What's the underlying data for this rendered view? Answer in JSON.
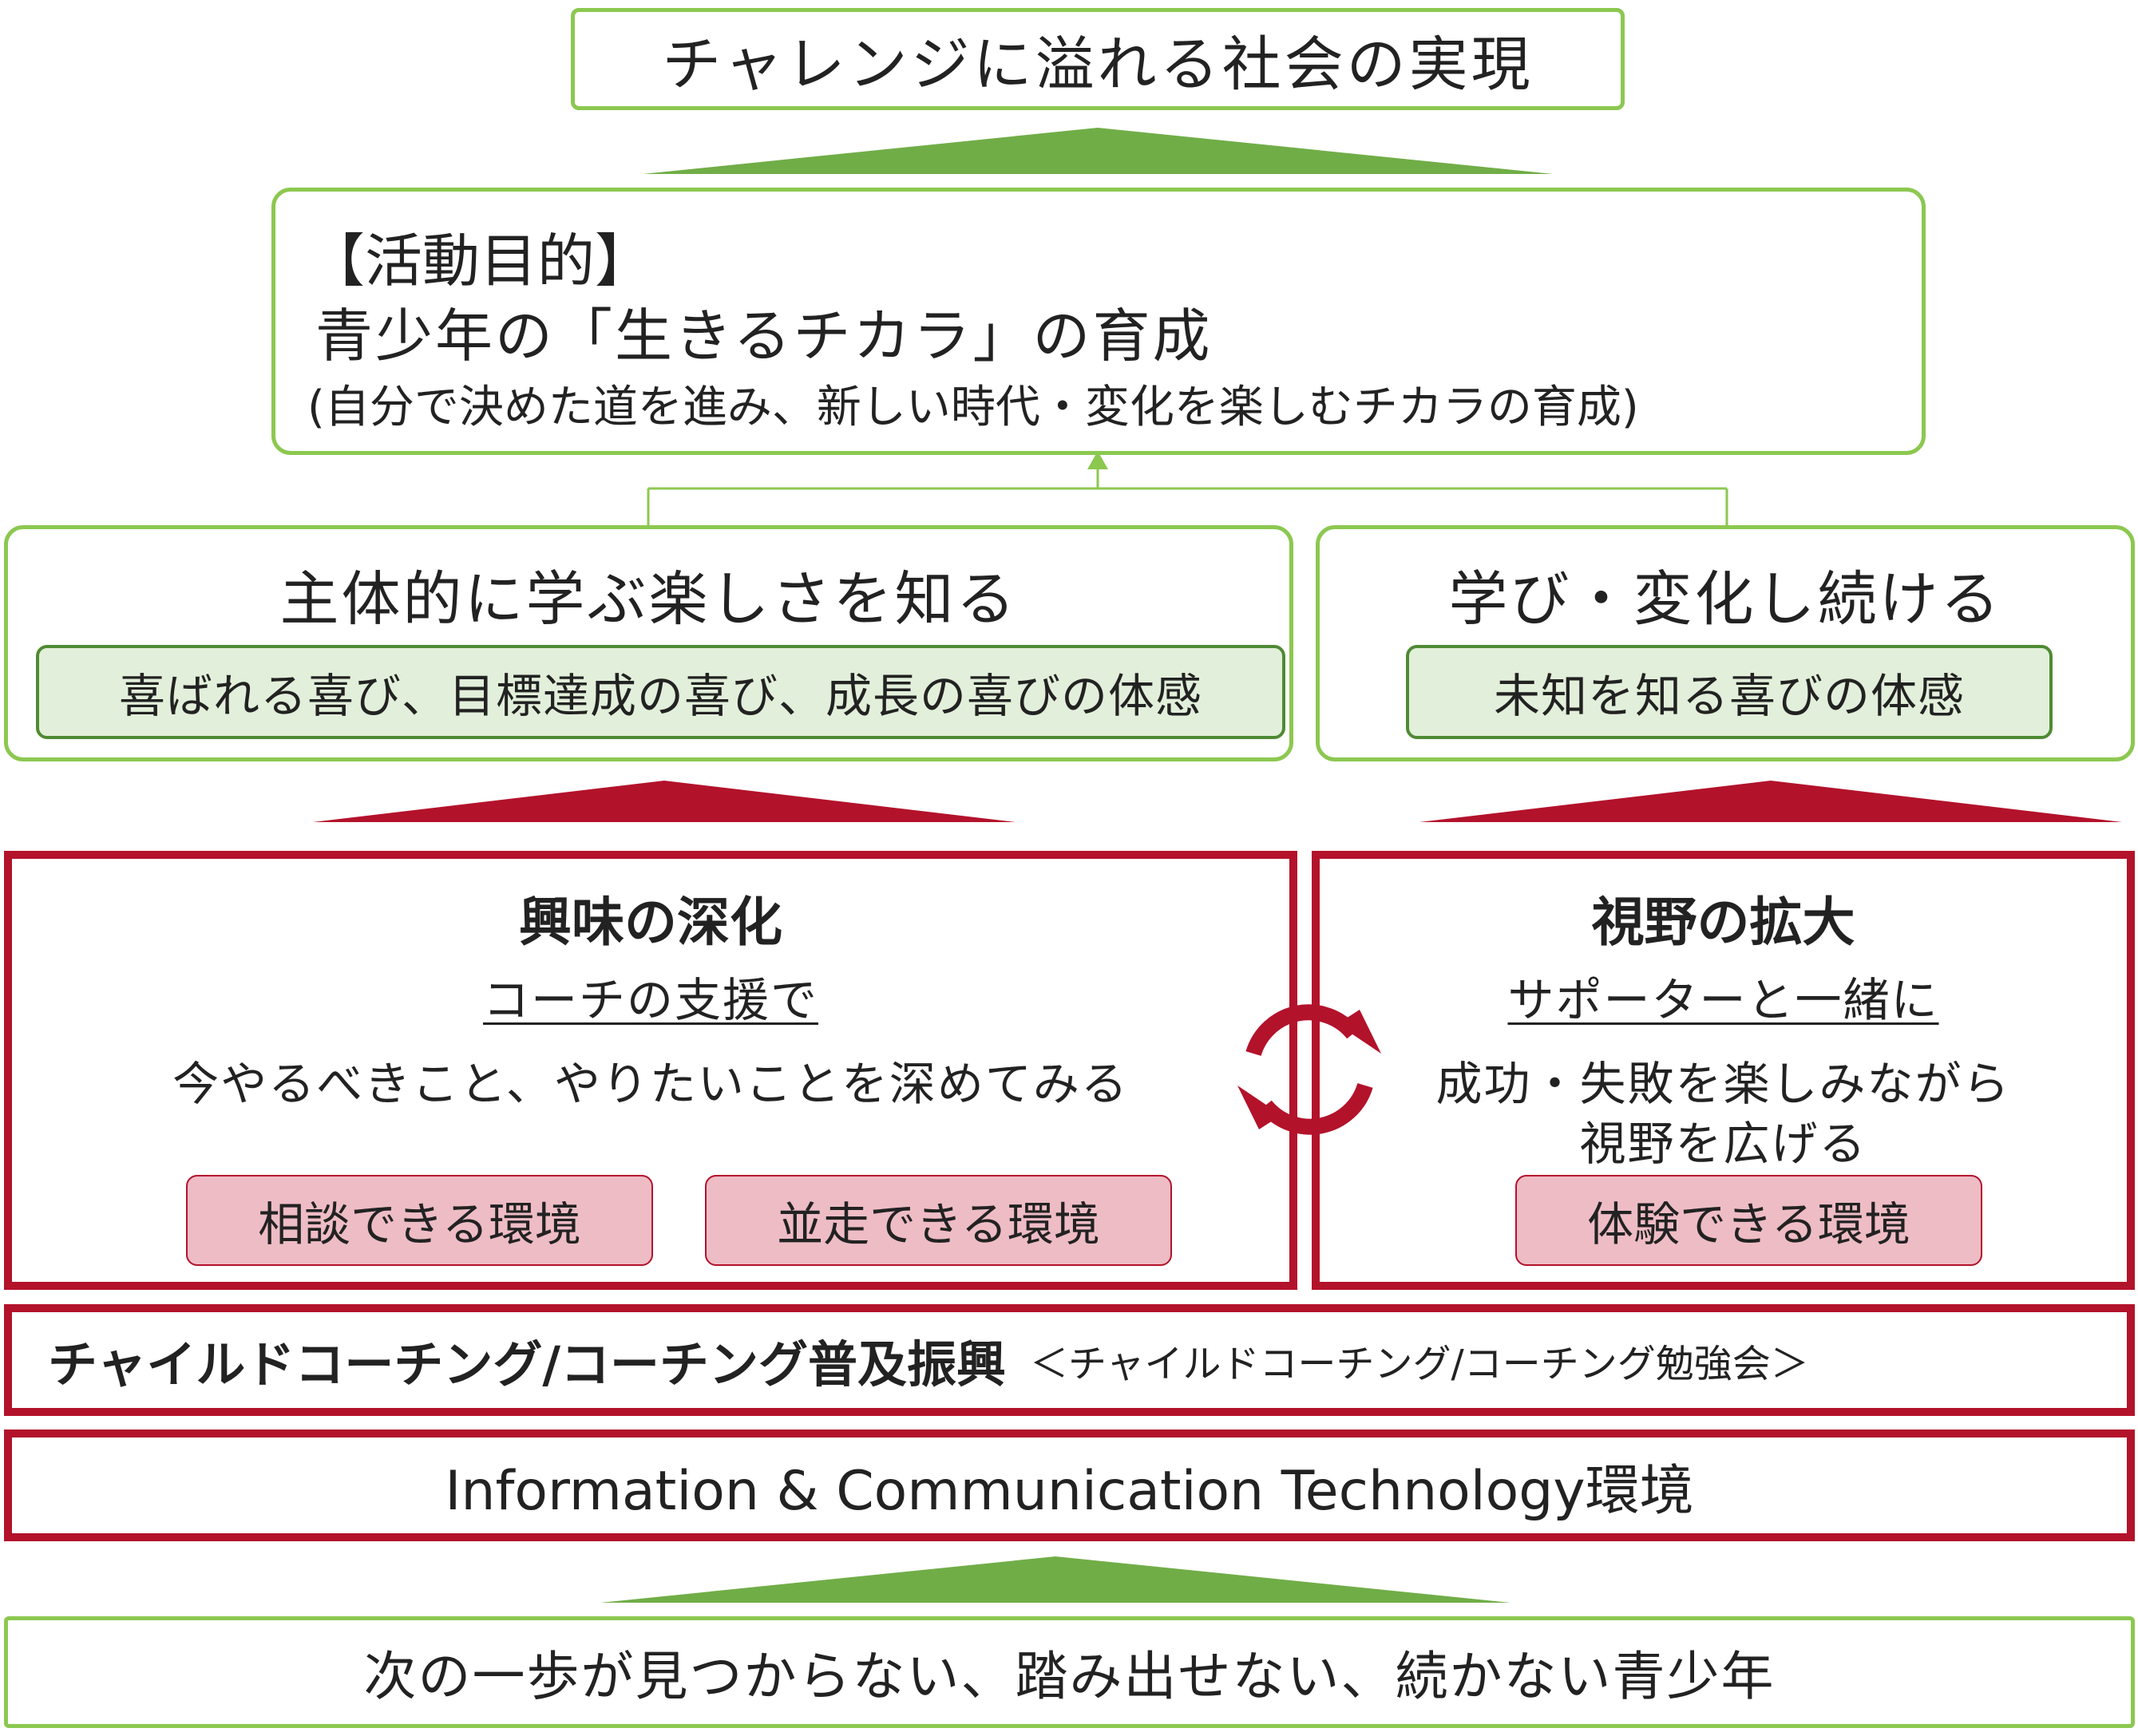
{
  "goal": {
    "text": "チャレンジに溢れる社会の実現"
  },
  "purpose": {
    "heading": "【活動目的】",
    "title": "青少年の「生きるチカラ」の育成",
    "subtitle": "(自分で決めた道を進み、新しい時代・変化を楽しむチカラの育成)"
  },
  "outcome_left": {
    "title": "主体的に学ぶ楽しさを知る",
    "pill": "喜ばれる喜び、目標達成の喜び、成長の喜びの体感"
  },
  "outcome_right": {
    "title": "学び・変化し続ける",
    "pill": "未知を知る喜びの体感"
  },
  "deepen": {
    "title": "興味の深化",
    "subtitle": "コーチの支援で",
    "body": "今やるべきこと、やりたいことを深めてみる",
    "env1": "相談できる環境",
    "env2": "並走できる環境"
  },
  "expand": {
    "title": "視野の拡大",
    "subtitle": "サポーターと一緒に",
    "body_line1": "成功・失敗を楽しみながら",
    "body_line2": "視野を広げる",
    "env": "体験できる環境"
  },
  "coaching": {
    "main": "チャイルドコーチング/コーチング普及振興",
    "sub": "＜チャイルドコーチング/コーチング勉強会＞"
  },
  "ict": {
    "text": "Information & Communication Technology環境"
  },
  "target": {
    "text": "次の一歩が見つからない、踏み出せない、続かない青少年"
  },
  "colors": {
    "green_border": "#8cc850",
    "green_arrow": "#70ad47",
    "green_pill_fill": "#e2efda",
    "green_pill_border": "#4f8a33",
    "red": "#b3122b",
    "pink_pill_fill": "#eebcc5"
  },
  "icons": {
    "cycle": "circular-arrows-icon"
  }
}
